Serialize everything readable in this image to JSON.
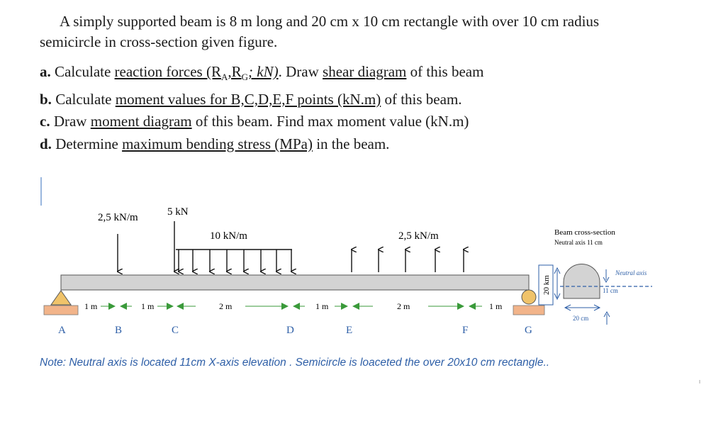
{
  "intro": {
    "line1": "A simply supported beam is 8 m long and 20 cm x 10 cm rectangle with over 10 cm radius",
    "line2": "semicircle  in cross-section given figure."
  },
  "tasks": [
    {
      "letter": "a.",
      "parts": [
        "Calculate ",
        "reaction forces (R",
        "A",
        ",R",
        "G",
        "; kN)",
        ". Draw ",
        "shear diagram",
        " of this beam"
      ]
    },
    {
      "letter": "b.",
      "parts": [
        "Calculate ",
        "moment values for B,C,D,E,F  points (kN.m)",
        " of this beam."
      ]
    },
    {
      "letter": "c.",
      "parts": [
        "Draw ",
        "moment diagram",
        " of this beam. Find max moment value (kN.m)"
      ]
    },
    {
      "letter": "d.",
      "parts": [
        "Determine ",
        "maximum bending stress (MPa)",
        " in the beam."
      ]
    }
  ],
  "diagram": {
    "loads": {
      "point_b": "2,5 kN/m",
      "point_c": "5 kN",
      "udl_cd": "10 kN/m",
      "udl_ef": "2,5 kN/m"
    },
    "spans": [
      "1 m",
      "1 m",
      "2 m",
      "1 m",
      "2 m",
      "1 m"
    ],
    "points": [
      "A",
      "B",
      "C",
      "D",
      "E",
      "F",
      "G"
    ],
    "support_g_label": "20 km",
    "cross_section": {
      "title": "Beam cross-section",
      "subtitle": "Neutral axis 11 cm",
      "neutral_axis_label": "Neutral axis",
      "height_label": "11 cm",
      "width_label": "20 cm",
      "accent_color": "#2e5fa7"
    }
  },
  "note": "Note: Neutral axis is located 11cm X-axis  elevation . Semicircle is loaceted the over 20x10 cm rectangle.."
}
